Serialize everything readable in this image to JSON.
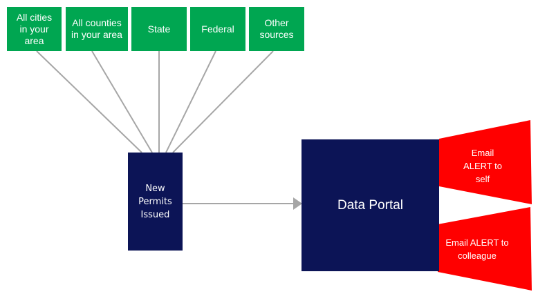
{
  "sources": [
    {
      "label": "All cities\nin your\narea"
    },
    {
      "label": "All counties\nin your area"
    },
    {
      "label": "State"
    },
    {
      "label": "Federal"
    },
    {
      "label": "Other\nsources"
    }
  ],
  "new_permits": {
    "label": "New\nPermits\nIssued"
  },
  "data_portal": {
    "label": "Data Portal"
  },
  "alerts": [
    {
      "label": "Email\nALERT to\nself"
    },
    {
      "label": "Email ALERT to\ncolleague"
    }
  ],
  "colors": {
    "source_fill": "#00a651",
    "box_fill": "#0c1456",
    "alert_fill": "#ff0000",
    "connector": "#a6a6a6"
  }
}
